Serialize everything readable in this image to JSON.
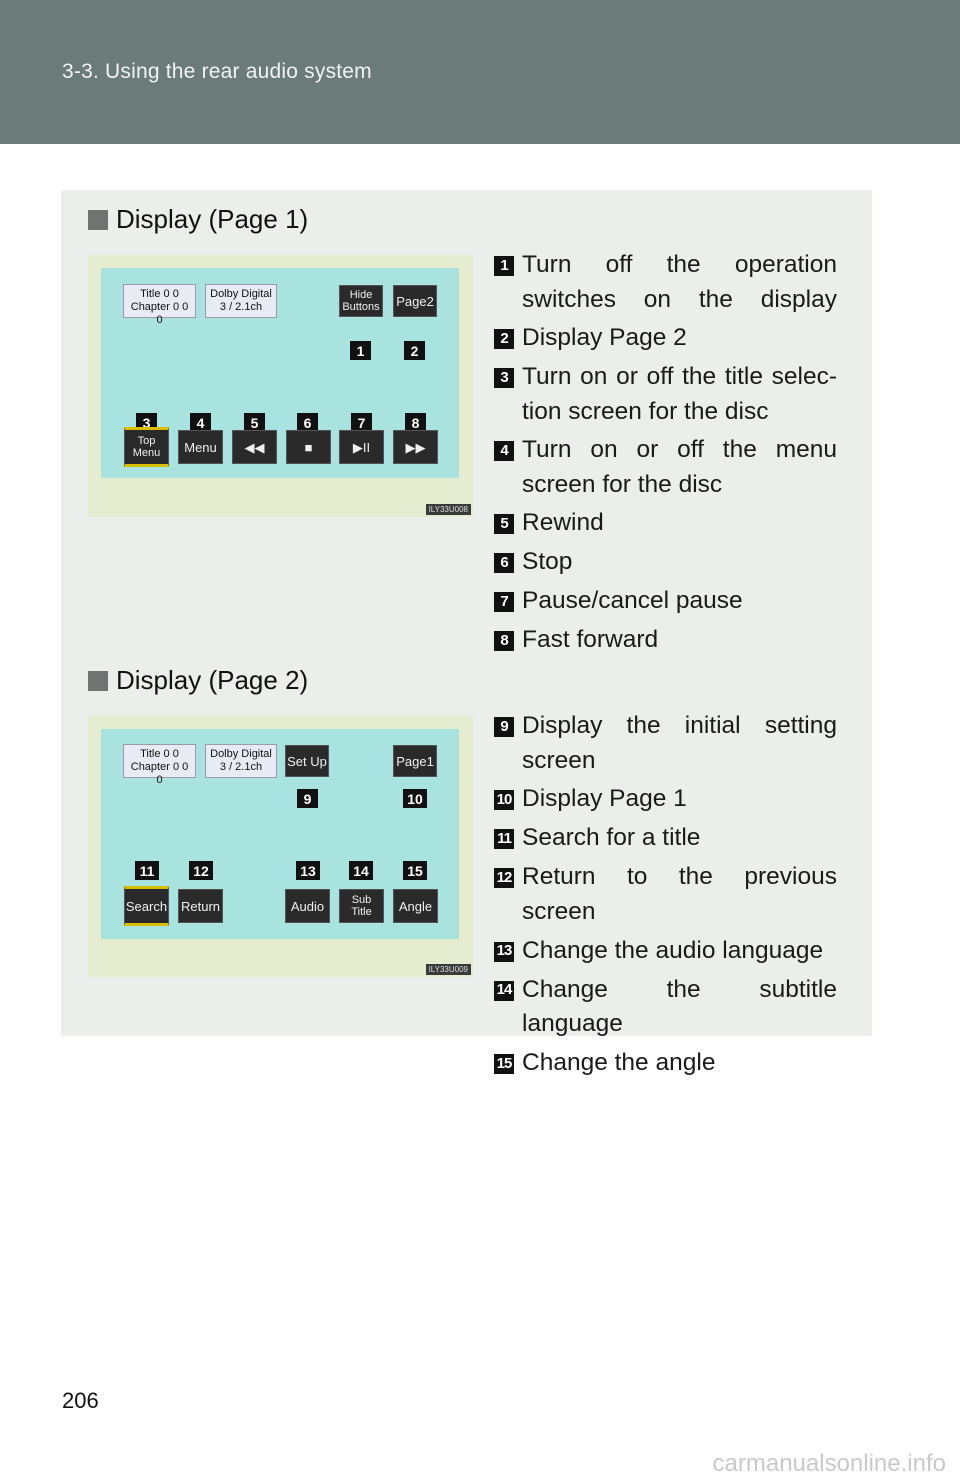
{
  "header": {
    "title": "3-3. Using the rear audio system"
  },
  "page_number": "206",
  "watermark": "carmanualsonline.info",
  "section1": {
    "heading": "Display (Page 1)",
    "figure_code": "ILY33U008",
    "screen": {
      "title_info": [
        "Title      0 0",
        "Chapter 0 0 0"
      ],
      "dolby_info": [
        "Dolby Digital",
        "3 / 2.1ch"
      ],
      "buttons": {
        "hide_buttons": [
          "Hide",
          "Buttons"
        ],
        "page2": "Page2",
        "top_menu": [
          "Top",
          "Menu"
        ],
        "menu": "Menu",
        "rewind": "◀◀",
        "stop": "■",
        "pause": "▶II",
        "fast_forward": "▶▶"
      },
      "markers": [
        "1",
        "2",
        "3",
        "4",
        "5",
        "6",
        "7",
        "8"
      ]
    },
    "items": [
      {
        "num": "1",
        "text": "Turn off the operation switches on the display"
      },
      {
        "num": "2",
        "text": "Display Page 2"
      },
      {
        "num": "3",
        "text": "Turn on or off the title selec- tion screen for the disc"
      },
      {
        "num": "4",
        "text": "Turn on or off the menu screen for the disc"
      },
      {
        "num": "5",
        "text": "Rewind"
      },
      {
        "num": "6",
        "text": "Stop"
      },
      {
        "num": "7",
        "text": "Pause/cancel pause"
      },
      {
        "num": "8",
        "text": "Fast forward"
      }
    ]
  },
  "section2": {
    "heading": "Display (Page 2)",
    "figure_code": "ILY33U009",
    "screen": {
      "title_info": [
        "Title      0 0",
        "Chapter 0 0 0"
      ],
      "dolby_info": [
        "Dolby Digital",
        "3 / 2.1ch"
      ],
      "buttons": {
        "set_up": "Set Up",
        "page1": "Page1",
        "search": "Search",
        "return": "Return",
        "audio": "Audio",
        "sub_title": [
          "Sub",
          "Title"
        ],
        "angle": "Angle"
      },
      "markers": [
        "9",
        "10",
        "11",
        "12",
        "13",
        "14",
        "15"
      ]
    },
    "items": [
      {
        "num": "9",
        "text": "Display the initial setting screen"
      },
      {
        "num": "10",
        "text": "Display Page 1"
      },
      {
        "num": "11",
        "text": "Search for a title"
      },
      {
        "num": "12",
        "text": "Return to the previous screen"
      },
      {
        "num": "13",
        "text": "Change the audio language"
      },
      {
        "num": "14",
        "text": "Change the subtitle language"
      },
      {
        "num": "15",
        "text": "Change the angle"
      }
    ]
  }
}
